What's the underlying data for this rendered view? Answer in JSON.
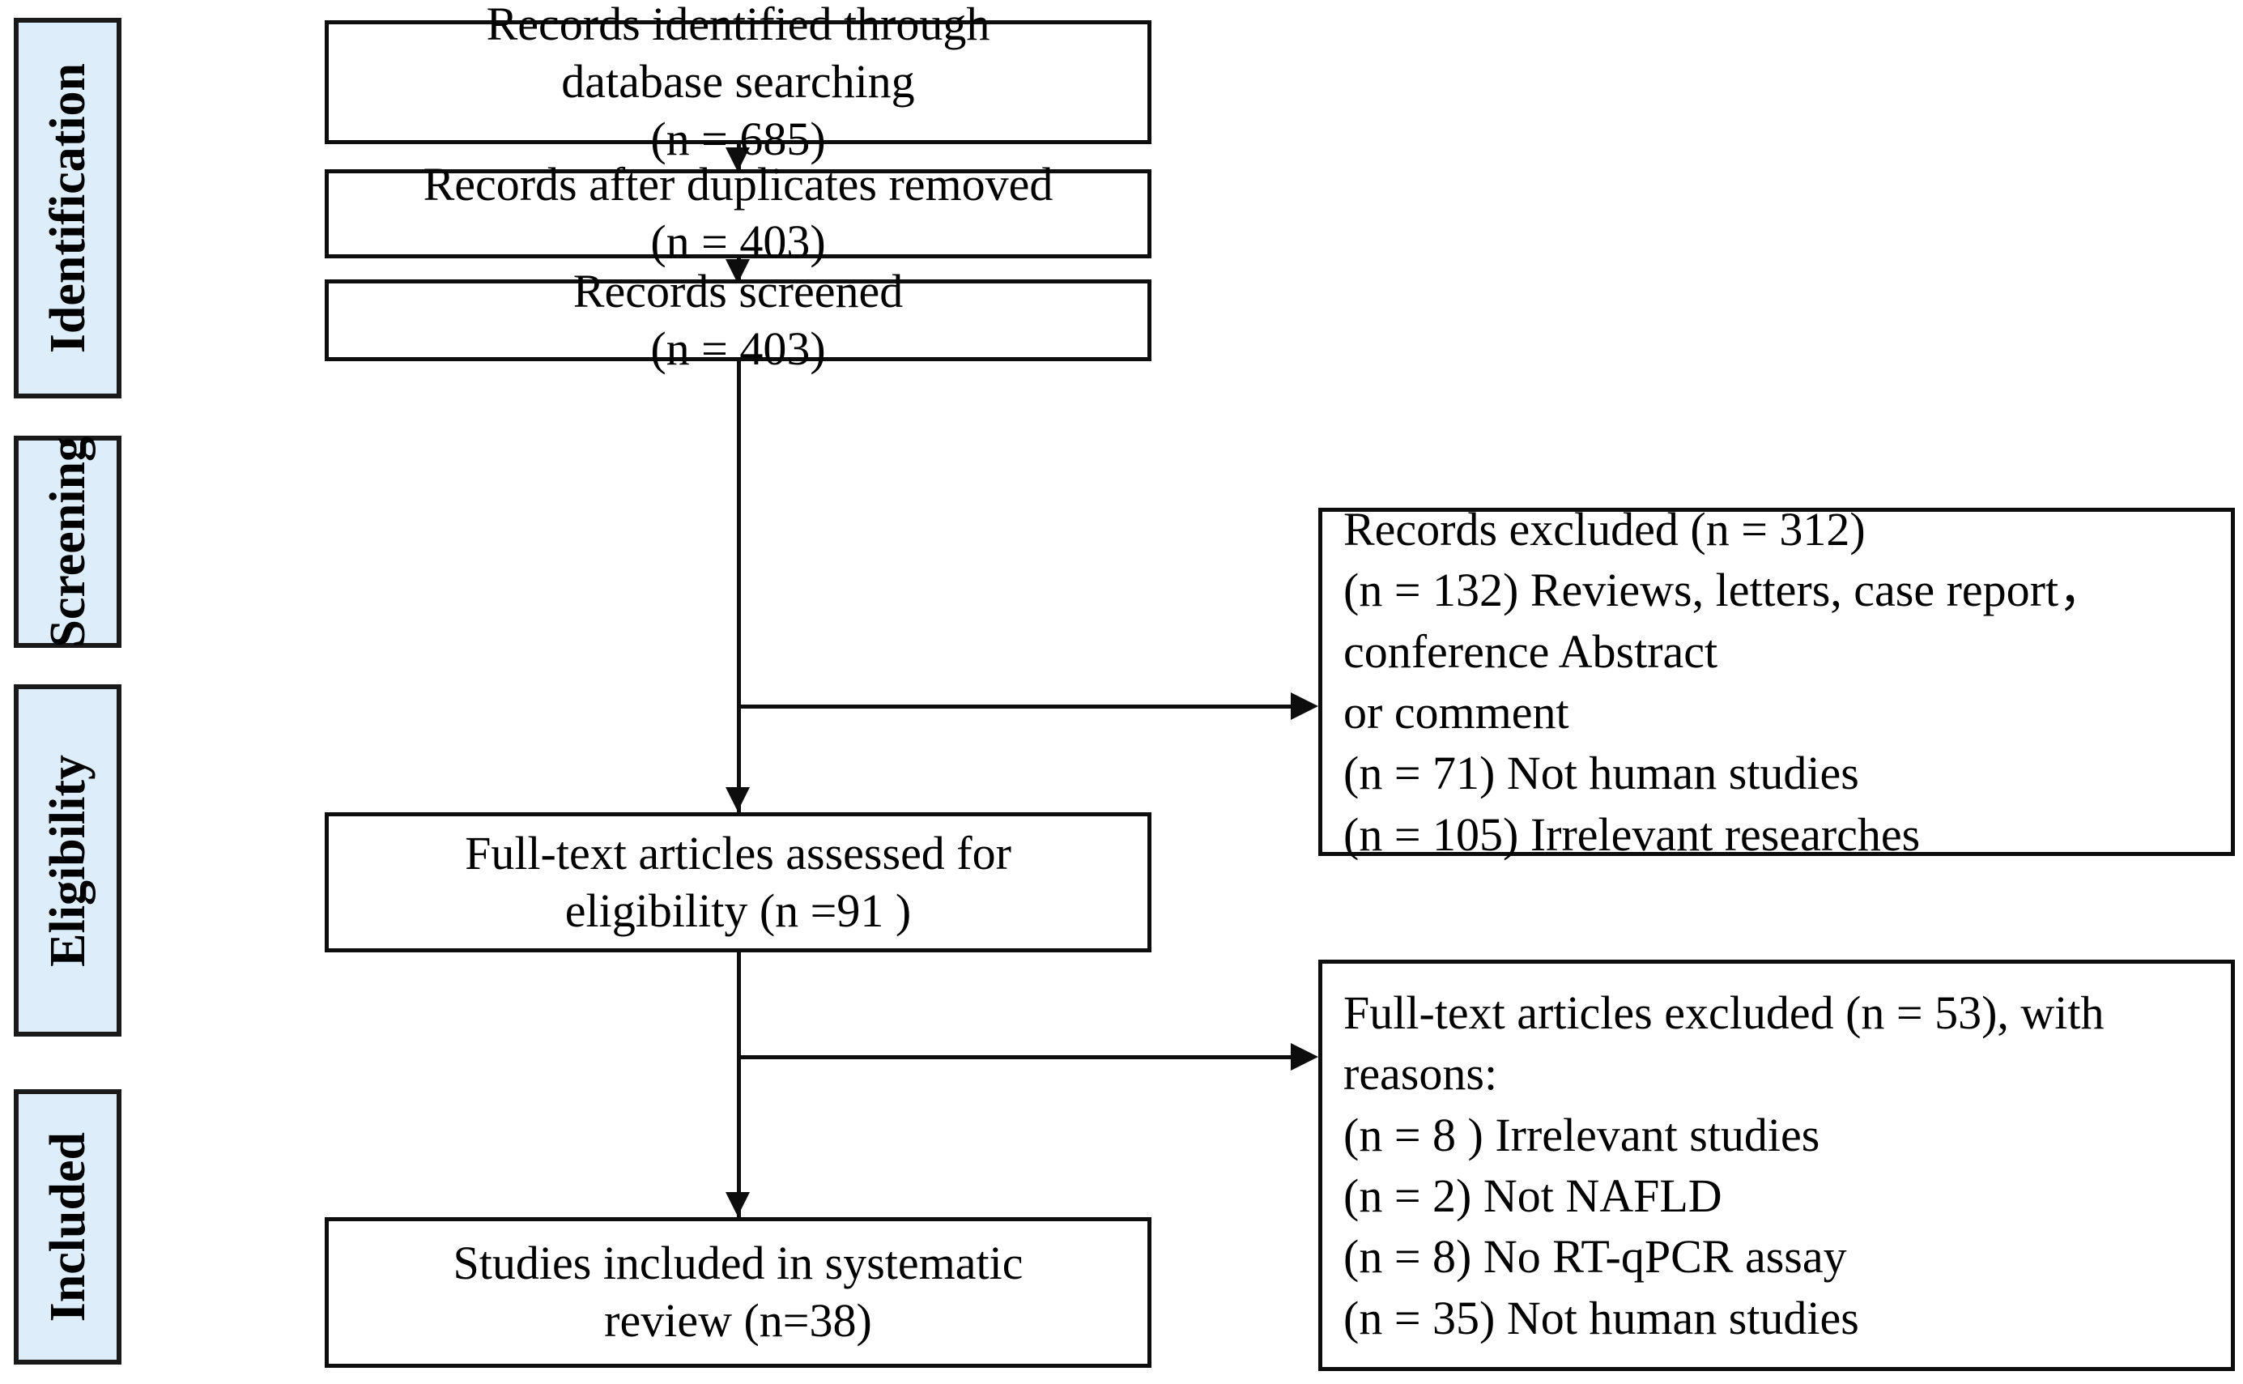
{
  "diagram": {
    "type": "prisma-flow-diagram",
    "title": "PRISMA study selection flow diagram",
    "accent_fill": "#ddeefa",
    "border_color": "#0d0d0d"
  },
  "stages": [
    {
      "id": "identification",
      "label": "Identification"
    },
    {
      "id": "screening",
      "label": "Screening"
    },
    {
      "id": "eligibility",
      "label": "Eligibility"
    },
    {
      "id": "included",
      "label": "Included"
    }
  ],
  "flow_boxes": [
    {
      "id": "records-identified",
      "text": "Records identified through\ndatabase searching\n(n = 685)",
      "n": 685
    },
    {
      "id": "records-after-duplicates",
      "text": "Records after duplicates removed\n(n = 403)",
      "n": 403
    },
    {
      "id": "records-screened",
      "text": "Records screened\n(n = 403)",
      "n": 403
    },
    {
      "id": "full-text-assessed",
      "text": "Full-text articles assessed for\neligibility (n =91 )",
      "n": 91
    },
    {
      "id": "studies-included",
      "text": "Studies included in systematic\nreview (n=38)",
      "n": 38
    }
  ],
  "exclusion_boxes": [
    {
      "id": "records-excluded",
      "text": "Records excluded (n = 312)\n (n = 132) Reviews, letters, case report，\nconference Abstract\n or comment\n(n = 71) Not human studies\n(n = 105) Irrelevant researches",
      "total": 312,
      "reasons": [
        {
          "n": 132,
          "reason": "Reviews, letters, case report, conference Abstract or comment"
        },
        {
          "n": 71,
          "reason": "Not human studies"
        },
        {
          "n": 105,
          "reason": "Irrelevant researches"
        }
      ]
    },
    {
      "id": "full-text-excluded",
      "text": "Full-text articles excluded (n = 53), with\nreasons:\n (n = 8 ) Irrelevant studies\n(n = 2) Not NAFLD\n(n = 8) No RT-qPCR assay\n(n = 35) Not human studies",
      "total": 53,
      "reasons": [
        {
          "n": 8,
          "reason": "Irrelevant studies"
        },
        {
          "n": 2,
          "reason": "Not NAFLD"
        },
        {
          "n": 8,
          "reason": "No RT-qPCR assay"
        },
        {
          "n": 35,
          "reason": "Not human studies"
        }
      ]
    }
  ]
}
